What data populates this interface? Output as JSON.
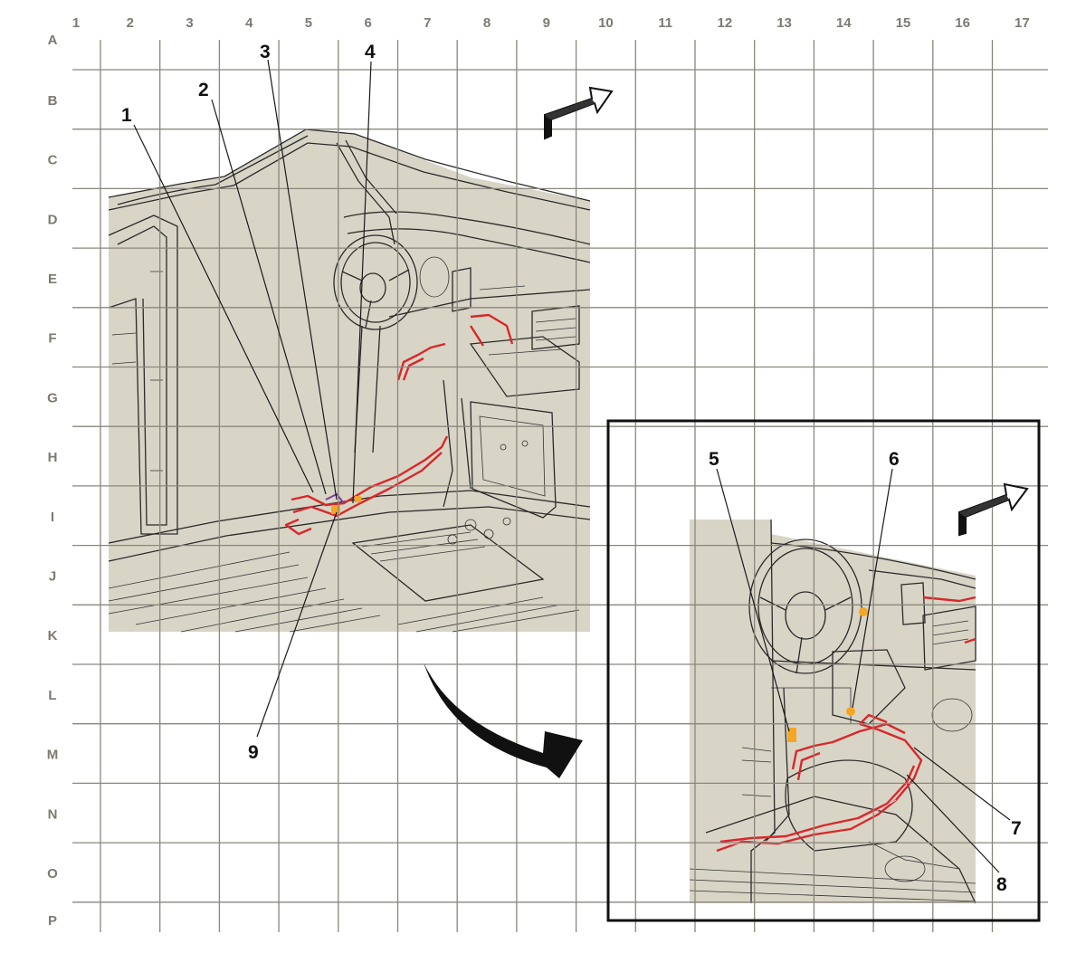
{
  "grid": {
    "columns": [
      "1",
      "2",
      "3",
      "4",
      "5",
      "6",
      "7",
      "8",
      "9",
      "10",
      "11",
      "12",
      "13",
      "14",
      "15",
      "16",
      "17"
    ],
    "rows": [
      "A",
      "B",
      "C",
      "D",
      "E",
      "F",
      "G",
      "H",
      "I",
      "J",
      "K",
      "L",
      "M",
      "N",
      "O",
      "P"
    ]
  },
  "callouts": {
    "c1": "1",
    "c2": "2",
    "c3": "3",
    "c4": "4",
    "c5": "5",
    "c6": "6",
    "c7": "7",
    "c8": "8",
    "c9": "9"
  },
  "colors": {
    "background": "#ffffff",
    "panel_fill": "#d8d5c7",
    "grid": "#8a877c",
    "line_art": "#2a2a2a",
    "harness": "#d8282b",
    "connector": "#f5a623",
    "callout_text": "#111111"
  },
  "icons": [
    "direction-arrow-icon",
    "curved-arrow-icon",
    "wiring-harness",
    "connector-marker"
  ]
}
